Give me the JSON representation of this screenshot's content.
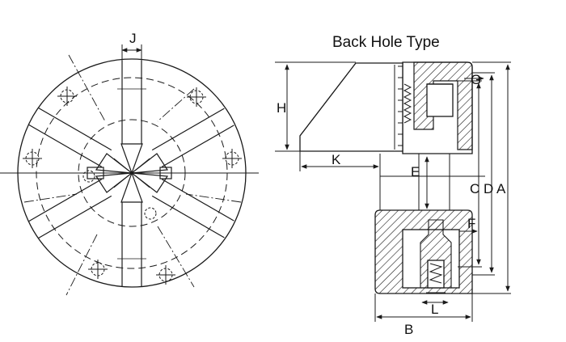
{
  "title": "Back Hole Type",
  "labels": {
    "A": "A",
    "B": "B",
    "C": "C",
    "D": "D",
    "E": "E",
    "F": "F",
    "G": "G",
    "H": "H",
    "J": "J",
    "K": "K",
    "L": "L"
  },
  "colors": {
    "line": "#1a1a1a",
    "background": "#ffffff"
  }
}
